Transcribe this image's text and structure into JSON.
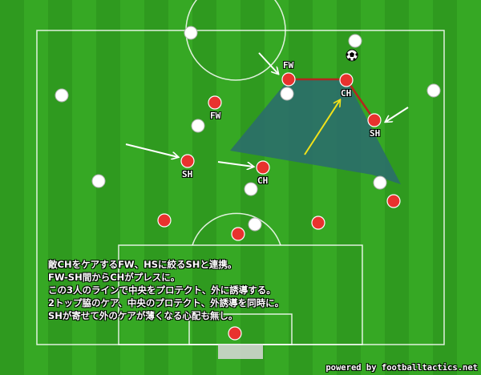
{
  "colors": {
    "pitch": "#2f9a1f",
    "line": "#ffffff",
    "red": "#e8322e",
    "white": "#ffffff",
    "zone": "#2b6e6a",
    "link": "#b3261e",
    "arrow_white": "#ffffff",
    "arrow_yellow": "#f2e21a"
  },
  "labels": {
    "fw_top": "FW",
    "ch_right": "CH",
    "fw_left": "FW",
    "sh_right": "SH",
    "sh_left": "SH",
    "ch_left": "CH"
  },
  "note": {
    "line1": "敵CHをケアするFW、HSに絞るSHと連携。",
    "line2": "FW-SH間からCHがプレスに。",
    "line3": "この3人のラインで中央をプロテクト、外に誘導する。",
    "line4": "2トップ脇のケア、中央のプロテクト、外誘導を同時に。",
    "line5": "SHが寄せて外のケアが薄くなる心配も無し。"
  },
  "credit": "powered by footballtactics.net",
  "icons": {
    "ball": "soccer-ball-icon"
  }
}
